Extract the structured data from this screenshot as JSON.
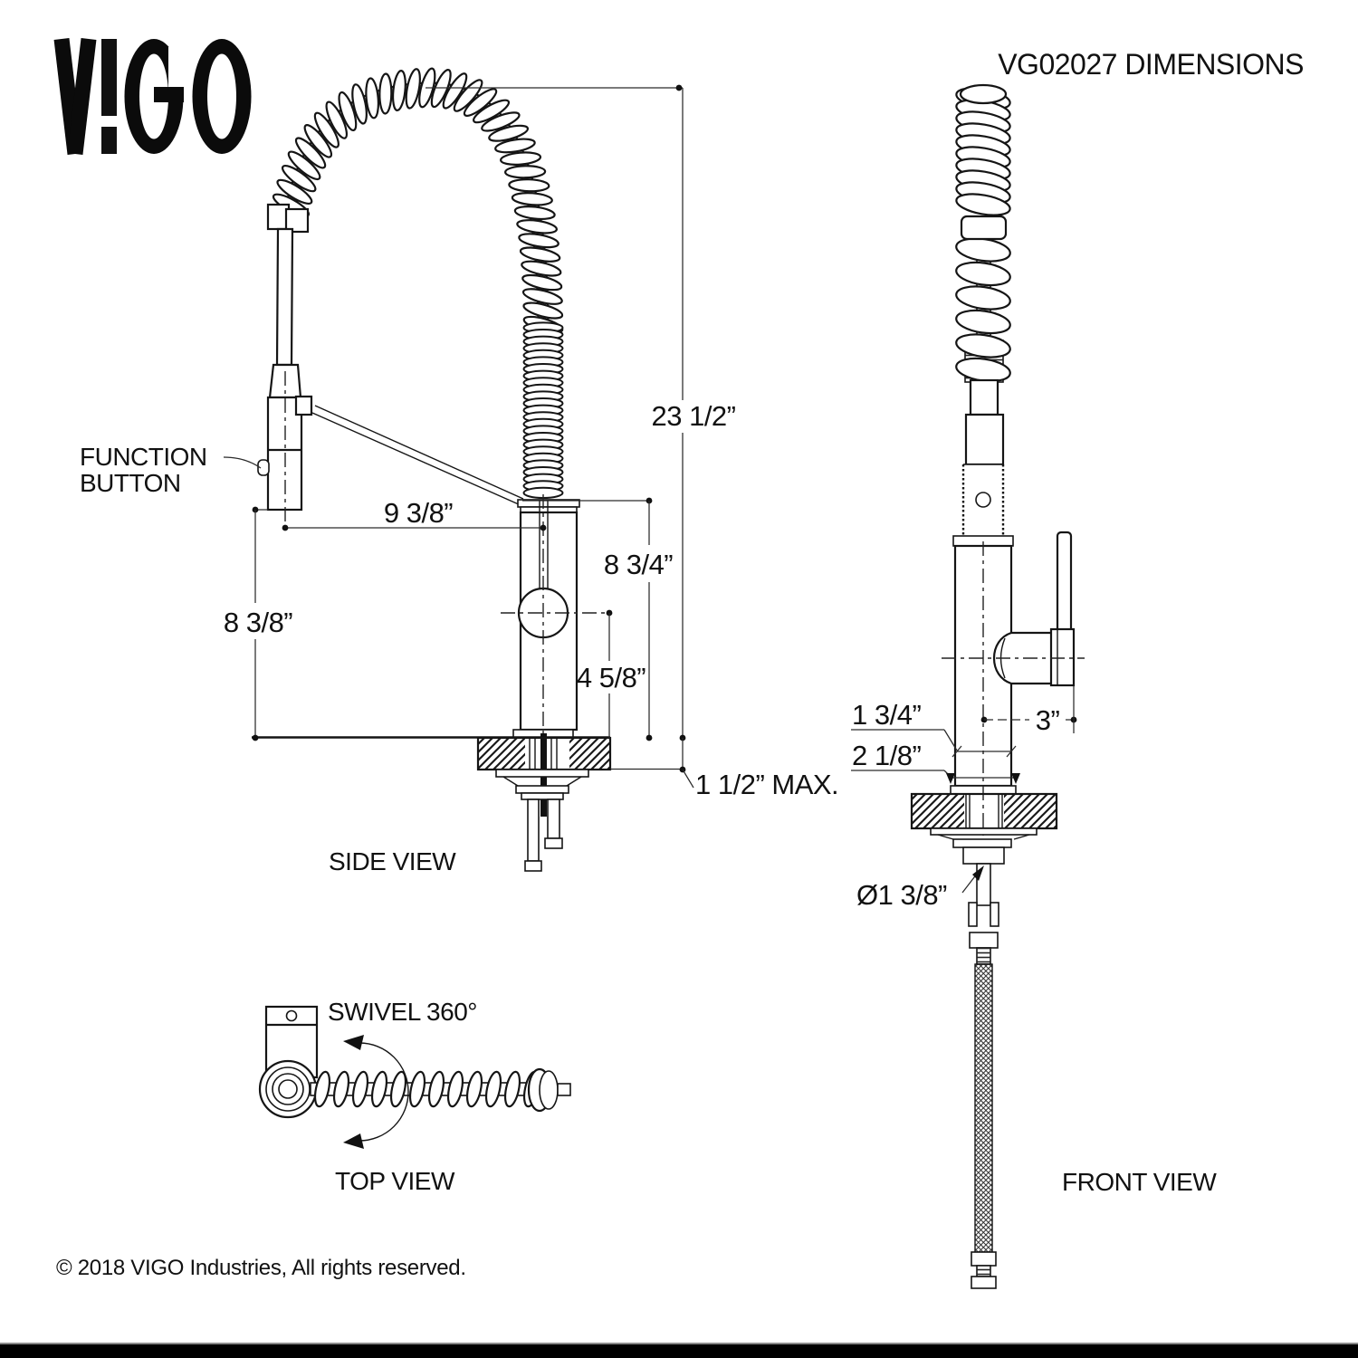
{
  "logo": {
    "text": "VIGO"
  },
  "title": "VG02027 DIMENSIONS",
  "side_view": {
    "caption": "SIDE VIEW",
    "callout": {
      "line1": "FUNCTION",
      "line2": "BUTTON"
    },
    "dims": {
      "overall_height": "23 1/2”",
      "spout_reach": "9 3/8”",
      "spout_height": "8 3/4”",
      "sprayer_height": "8 3/8”",
      "aerator_height": "4 5/8”",
      "counter_thickness": "1 1/2” MAX."
    }
  },
  "top_view": {
    "caption": "TOP VIEW",
    "swivel_label": "SWIVEL 360°"
  },
  "front_view": {
    "caption": "FRONT VIEW",
    "dims": {
      "body_diameter": "1 3/4”",
      "base_diameter": "2 1/8”",
      "handle_reach": "3”",
      "hole_diameter": "Ø1 3/8”"
    }
  },
  "footer": {
    "copyright": "© 2018 VIGO Industries, All rights reserved."
  }
}
